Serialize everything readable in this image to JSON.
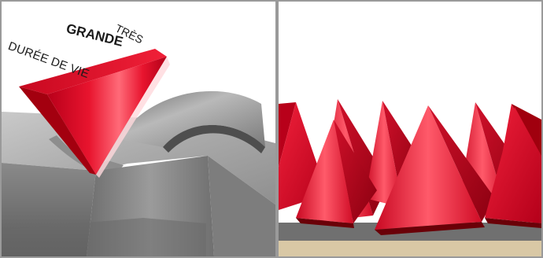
{
  "caption": {
    "line1": "DURÉE DE VIE",
    "line2": "GRANDE",
    "line3": "TRÈS"
  },
  "colors": {
    "frame": "#9a9a9a",
    "background": "#ffffff",
    "blade_red": "#e0102a",
    "blade_dark": "#a5000f",
    "steel_light": "#b8b8b8",
    "steel_dark": "#5e5e5e",
    "ground": "#d9c8a5"
  }
}
